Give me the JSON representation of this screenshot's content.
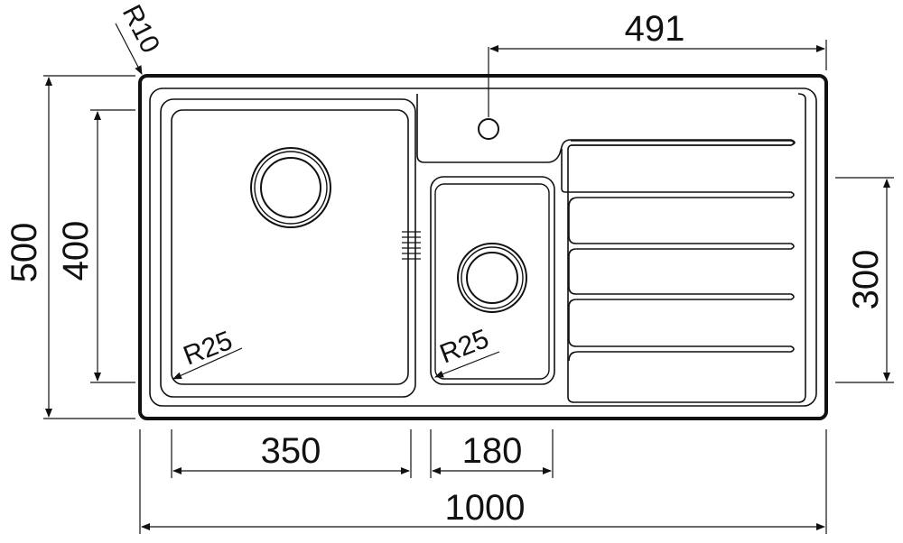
{
  "dimensions": {
    "overall_width": "1000",
    "overall_height": "500",
    "large_bowl_width": "350",
    "small_bowl_width": "180",
    "drainer_to_tap_hole": "491",
    "bowl_height": "400",
    "drainer_height": "300",
    "corner_radius_outer": "R10",
    "corner_radius_large_bowl": "R25",
    "corner_radius_small_bowl": "R25"
  }
}
